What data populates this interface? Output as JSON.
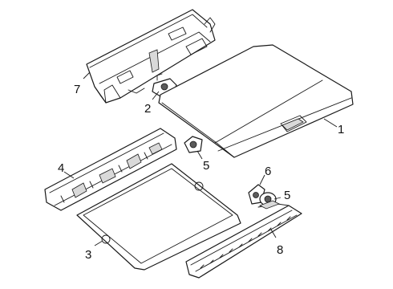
{
  "callouts": [
    {
      "id": "1",
      "label": "1"
    },
    {
      "id": "2",
      "label": "2"
    },
    {
      "id": "3",
      "label": "3"
    },
    {
      "id": "4",
      "label": "4"
    },
    {
      "id": "5a",
      "label": "5"
    },
    {
      "id": "5b",
      "label": "5"
    },
    {
      "id": "6",
      "label": "6"
    },
    {
      "id": "7",
      "label": "7"
    },
    {
      "id": "8",
      "label": "8"
    }
  ]
}
